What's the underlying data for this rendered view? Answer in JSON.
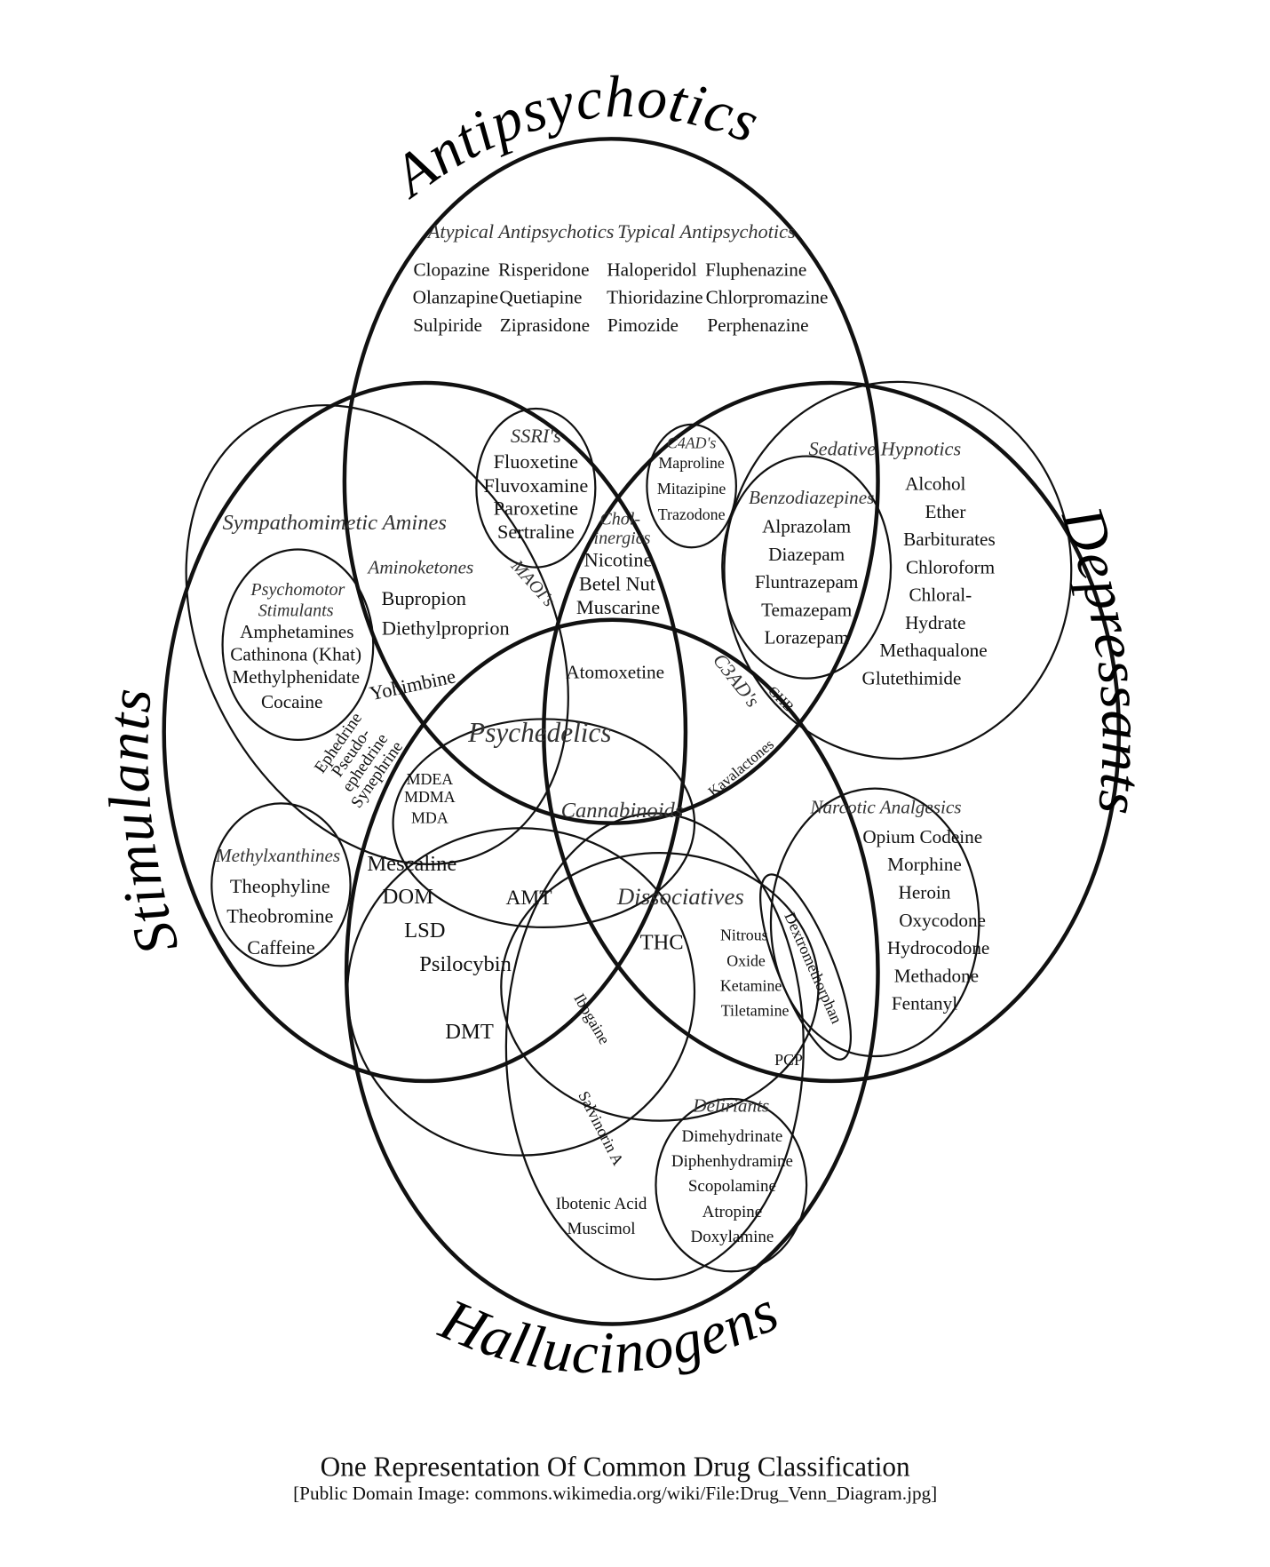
{
  "categories": {
    "antipsychotics": "Antipsychotics",
    "stimulants": "Stimulants",
    "depressants": "Depressants",
    "hallucinogens": "Hallucinogens"
  },
  "groups": {
    "atypical": {
      "title": "Atypical Antipsychotics",
      "items": [
        "Clopazine",
        "Risperidone",
        "Olanzapine",
        "Quetiapine",
        "Sulpiride",
        "Ziprasidone"
      ]
    },
    "typical": {
      "title": "Typical Antipsychotics",
      "items": [
        "Haloperidol",
        "Fluphenazine",
        "Thioridazine",
        "Chlorpromazine",
        "Pimozide",
        "Perphenazine"
      ]
    },
    "ssri": {
      "title": "SSRI's",
      "items": [
        "Fluoxetine",
        "Fluvoxamine",
        "Paroxetine",
        "Sertraline"
      ]
    },
    "c4ad": {
      "title": "C4AD's",
      "items": [
        "Maproline",
        "Mitazipine",
        "Trazodone"
      ]
    },
    "sedative": {
      "title": "Sedative Hypnotics",
      "items": [
        "Alcohol",
        "Ether",
        "Barbiturates",
        "Chloroform",
        "Chloral-",
        "Hydrate",
        "Methaqualone",
        "Glutethimide"
      ]
    },
    "benzo": {
      "title": "Benzodiazepines",
      "items": [
        "Alprazolam",
        "Diazepam",
        "Fluntrazepam",
        "Temazepam",
        "Lorazepam"
      ]
    },
    "sympatho": {
      "title": "Sympathomimetic Amines"
    },
    "aminoketones": {
      "title": "Aminoketones",
      "items": [
        "Bupropion",
        "Diethylproprion"
      ]
    },
    "psychomotor": {
      "title": [
        "Psychomotor",
        "Stimulants"
      ],
      "items": [
        "Amphetamines",
        "Cathinona (Khat)",
        "Methylphenidate",
        "Cocaine"
      ]
    },
    "maoi": {
      "title": "MAOI's"
    },
    "cholinergics": {
      "title": [
        "Chol-",
        "inergics"
      ],
      "items": [
        "Nicotine",
        "Betel Nut",
        "Muscarine"
      ]
    },
    "misc": {
      "atomoxetine": "Atomoxetine",
      "yohimbine": "Yohimbine",
      "c3ad": "C3AD's",
      "ghb": "GHB",
      "kavalactones": "Kavalactones",
      "amt": "AMT",
      "thc": "THC",
      "pcp": "PCP",
      "ibogaine": "Ibogaine",
      "salvinorin": "Salvinorin A"
    },
    "ephedrines": {
      "items": [
        "Ephedrine",
        "Pseudo-",
        "ephedrine",
        "Synephrine"
      ]
    },
    "psychedelics": {
      "title": "Psychedelics",
      "items": [
        "MDEA",
        "MDMA",
        "MDA",
        "Mescaline",
        "DOM",
        "LSD",
        "Psilocybin",
        "DMT"
      ]
    },
    "cannabinoids": {
      "title": "Cannabinoids"
    },
    "narcotic": {
      "title": "Narcotic Analgesics",
      "items": [
        "Opium Codeine",
        "Morphine",
        "Heroin",
        "Oxycodone",
        "Hydrocodone",
        "Methadone",
        "Fentanyl"
      ]
    },
    "methylxanthines": {
      "title": "Methylxanthines",
      "items": [
        "Theophyline",
        "Theobromine",
        "Caffeine"
      ]
    },
    "dissociatives": {
      "title": "Dissociatives",
      "items": [
        "Nitrous",
        "Oxide",
        "Ketamine",
        "Tiletamine",
        "Dextromethorphan"
      ]
    },
    "muscimol": {
      "items": [
        "Ibotenic Acid",
        "Muscimol"
      ]
    },
    "deliriants": {
      "title": "Deliriants",
      "items": [
        "Dimehydrinate",
        "Diphenhydramine",
        "Scopolamine",
        "Atropine",
        "Doxylamine"
      ]
    }
  },
  "caption": {
    "title": "One Representation Of Common Drug Classification",
    "source": "[Public Domain Image: commons.wikimedia.org/wiki/File:Drug_Venn_Diagram.jpg]"
  }
}
